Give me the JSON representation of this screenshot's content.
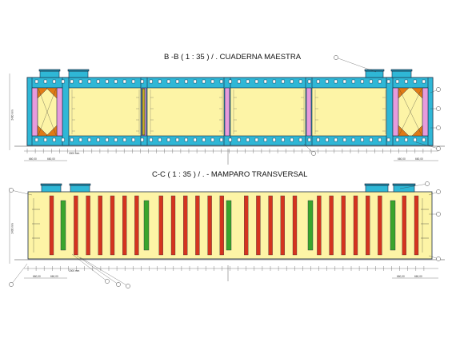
{
  "section_bb": {
    "title": "B -B  ( 1 : 35 ) / . CUADERNA MAESTRA",
    "dimensions": [
      "660,00",
      "660,00",
      "3000 mm",
      "660,00",
      "660,00"
    ],
    "height_label": "2400 mm"
  },
  "section_cc": {
    "title": "C-C ( 1 : 35 ) / . - MAMPARO TRANSVERSAL",
    "dimensions": [
      "660,00",
      "660,00",
      "2000 mm",
      "660,00",
      "660,00"
    ],
    "height_label": "2400 mm"
  },
  "colors": {
    "tank_fill": "#fdf4a6",
    "beam": "#2fb7d6",
    "pink_panel": "#e79bdc",
    "orange_bracket": "#e07a16",
    "red_stiffener": "#d4341f",
    "green_stiffener": "#3aa52c",
    "outline": "#1a2a40"
  }
}
